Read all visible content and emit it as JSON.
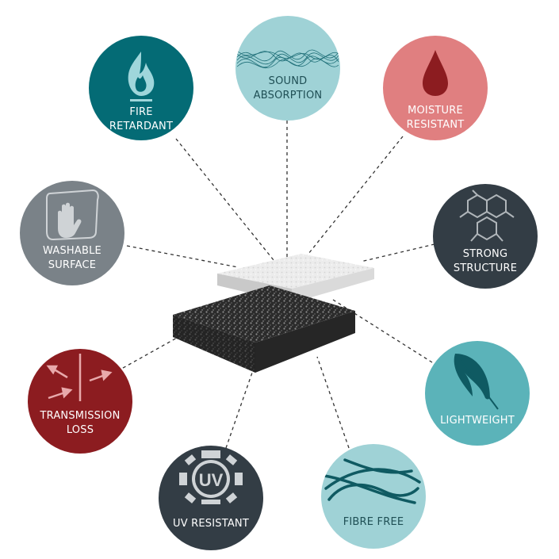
{
  "features": [
    {
      "id": "fire-retardant",
      "label": "FIRE\nRETARDANT",
      "color": "#046b75",
      "icon": "flame-icon"
    },
    {
      "id": "sound-absorption",
      "label": "SOUND\nABSORPTION",
      "color": "#9fd2d6",
      "icon": "sound-wave-icon"
    },
    {
      "id": "moisture-resistant",
      "label": "MOISTURE\nRESISTANT",
      "color": "#e07f80",
      "icon": "water-drop-icon"
    },
    {
      "id": "washable-surface",
      "label": "WASHABLE\nSURFACE",
      "color": "#7a8288",
      "icon": "hand-cloth-icon"
    },
    {
      "id": "strong-structure",
      "label": "STRONG\nSTRUCTURE",
      "color": "#333d45",
      "icon": "molecule-icon"
    },
    {
      "id": "transmission-loss",
      "label": "TRANSMISSION\nLOSS",
      "color": "#8c1c20",
      "icon": "arrows-barrier-icon"
    },
    {
      "id": "lightweight",
      "label": "LIGHTWEIGHT",
      "color": "#5bb3b9",
      "icon": "feather-icon"
    },
    {
      "id": "uv-resistant",
      "label": "UV RESISTANT",
      "color": "#333d45",
      "icon": "uv-sun-icon"
    },
    {
      "id": "fibre-free",
      "label": "FIBRE FREE",
      "color": "#9fd2d6",
      "icon": "fibre-strands-icon"
    }
  ],
  "product": {
    "light_panel_color": "#e9e9e9",
    "dark_panel_color": "#2b2b2b"
  }
}
